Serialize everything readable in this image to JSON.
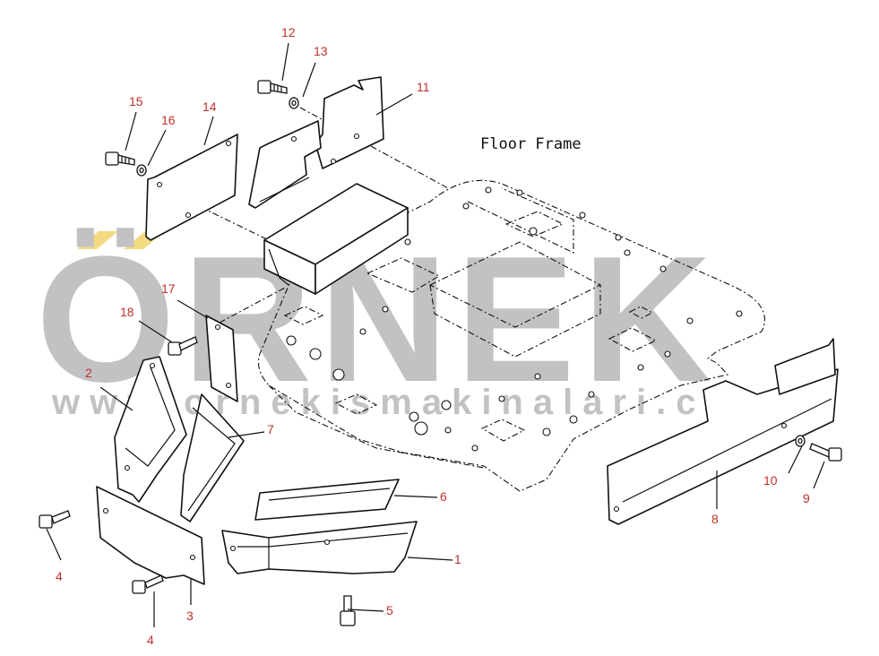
{
  "diagram": {
    "title": "Floor Frame",
    "watermark": {
      "brand": "ÖRNEK",
      "url": "www.ornekismakinalari.com.tr",
      "text_color": "#b8b8bc",
      "accent_color": "#f2d36a"
    },
    "label_color": "#c0302a",
    "callouts": [
      "1",
      "2",
      "3",
      "4",
      "4",
      "5",
      "6",
      "7",
      "8",
      "9",
      "10",
      "11",
      "12",
      "13",
      "14",
      "15",
      "16",
      "17",
      "18"
    ]
  }
}
